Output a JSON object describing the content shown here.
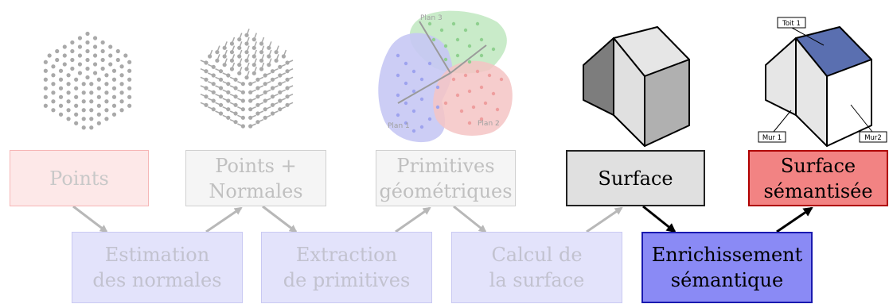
{
  "top_boxes": [
    {
      "id": "points",
      "lines": [
        "Points"
      ]
    },
    {
      "id": "points-normales",
      "lines": [
        "Points +",
        "Normales"
      ]
    },
    {
      "id": "primitives",
      "lines": [
        "Primitives",
        "géométriques"
      ]
    },
    {
      "id": "surface",
      "lines": [
        "Surface"
      ]
    },
    {
      "id": "surface-semantisee",
      "lines": [
        "Surface",
        "sémantisée"
      ]
    }
  ],
  "bottom_boxes": [
    {
      "id": "estimation",
      "lines": [
        "Estimation",
        "des normales"
      ]
    },
    {
      "id": "extraction",
      "lines": [
        "Extraction",
        "de primitives"
      ]
    },
    {
      "id": "calcul",
      "lines": [
        "Calcul de",
        "la surface"
      ]
    },
    {
      "id": "enrichissement",
      "lines": [
        "Enrichissement",
        "sémantique"
      ]
    }
  ],
  "illustrations": {
    "planes": {
      "plan1": "Plan 1",
      "plan2": "Plan 2",
      "plan3": "Plan 3"
    },
    "house_labels": {
      "roof": "Toit 1",
      "wall1": "Mur 1",
      "wall2": "Mur2"
    }
  },
  "colors": {
    "faded_arrow": "#b8b8b8",
    "strong_arrow": "#000000",
    "roof": "#5a6fb0",
    "points": "#a9a9a9"
  }
}
